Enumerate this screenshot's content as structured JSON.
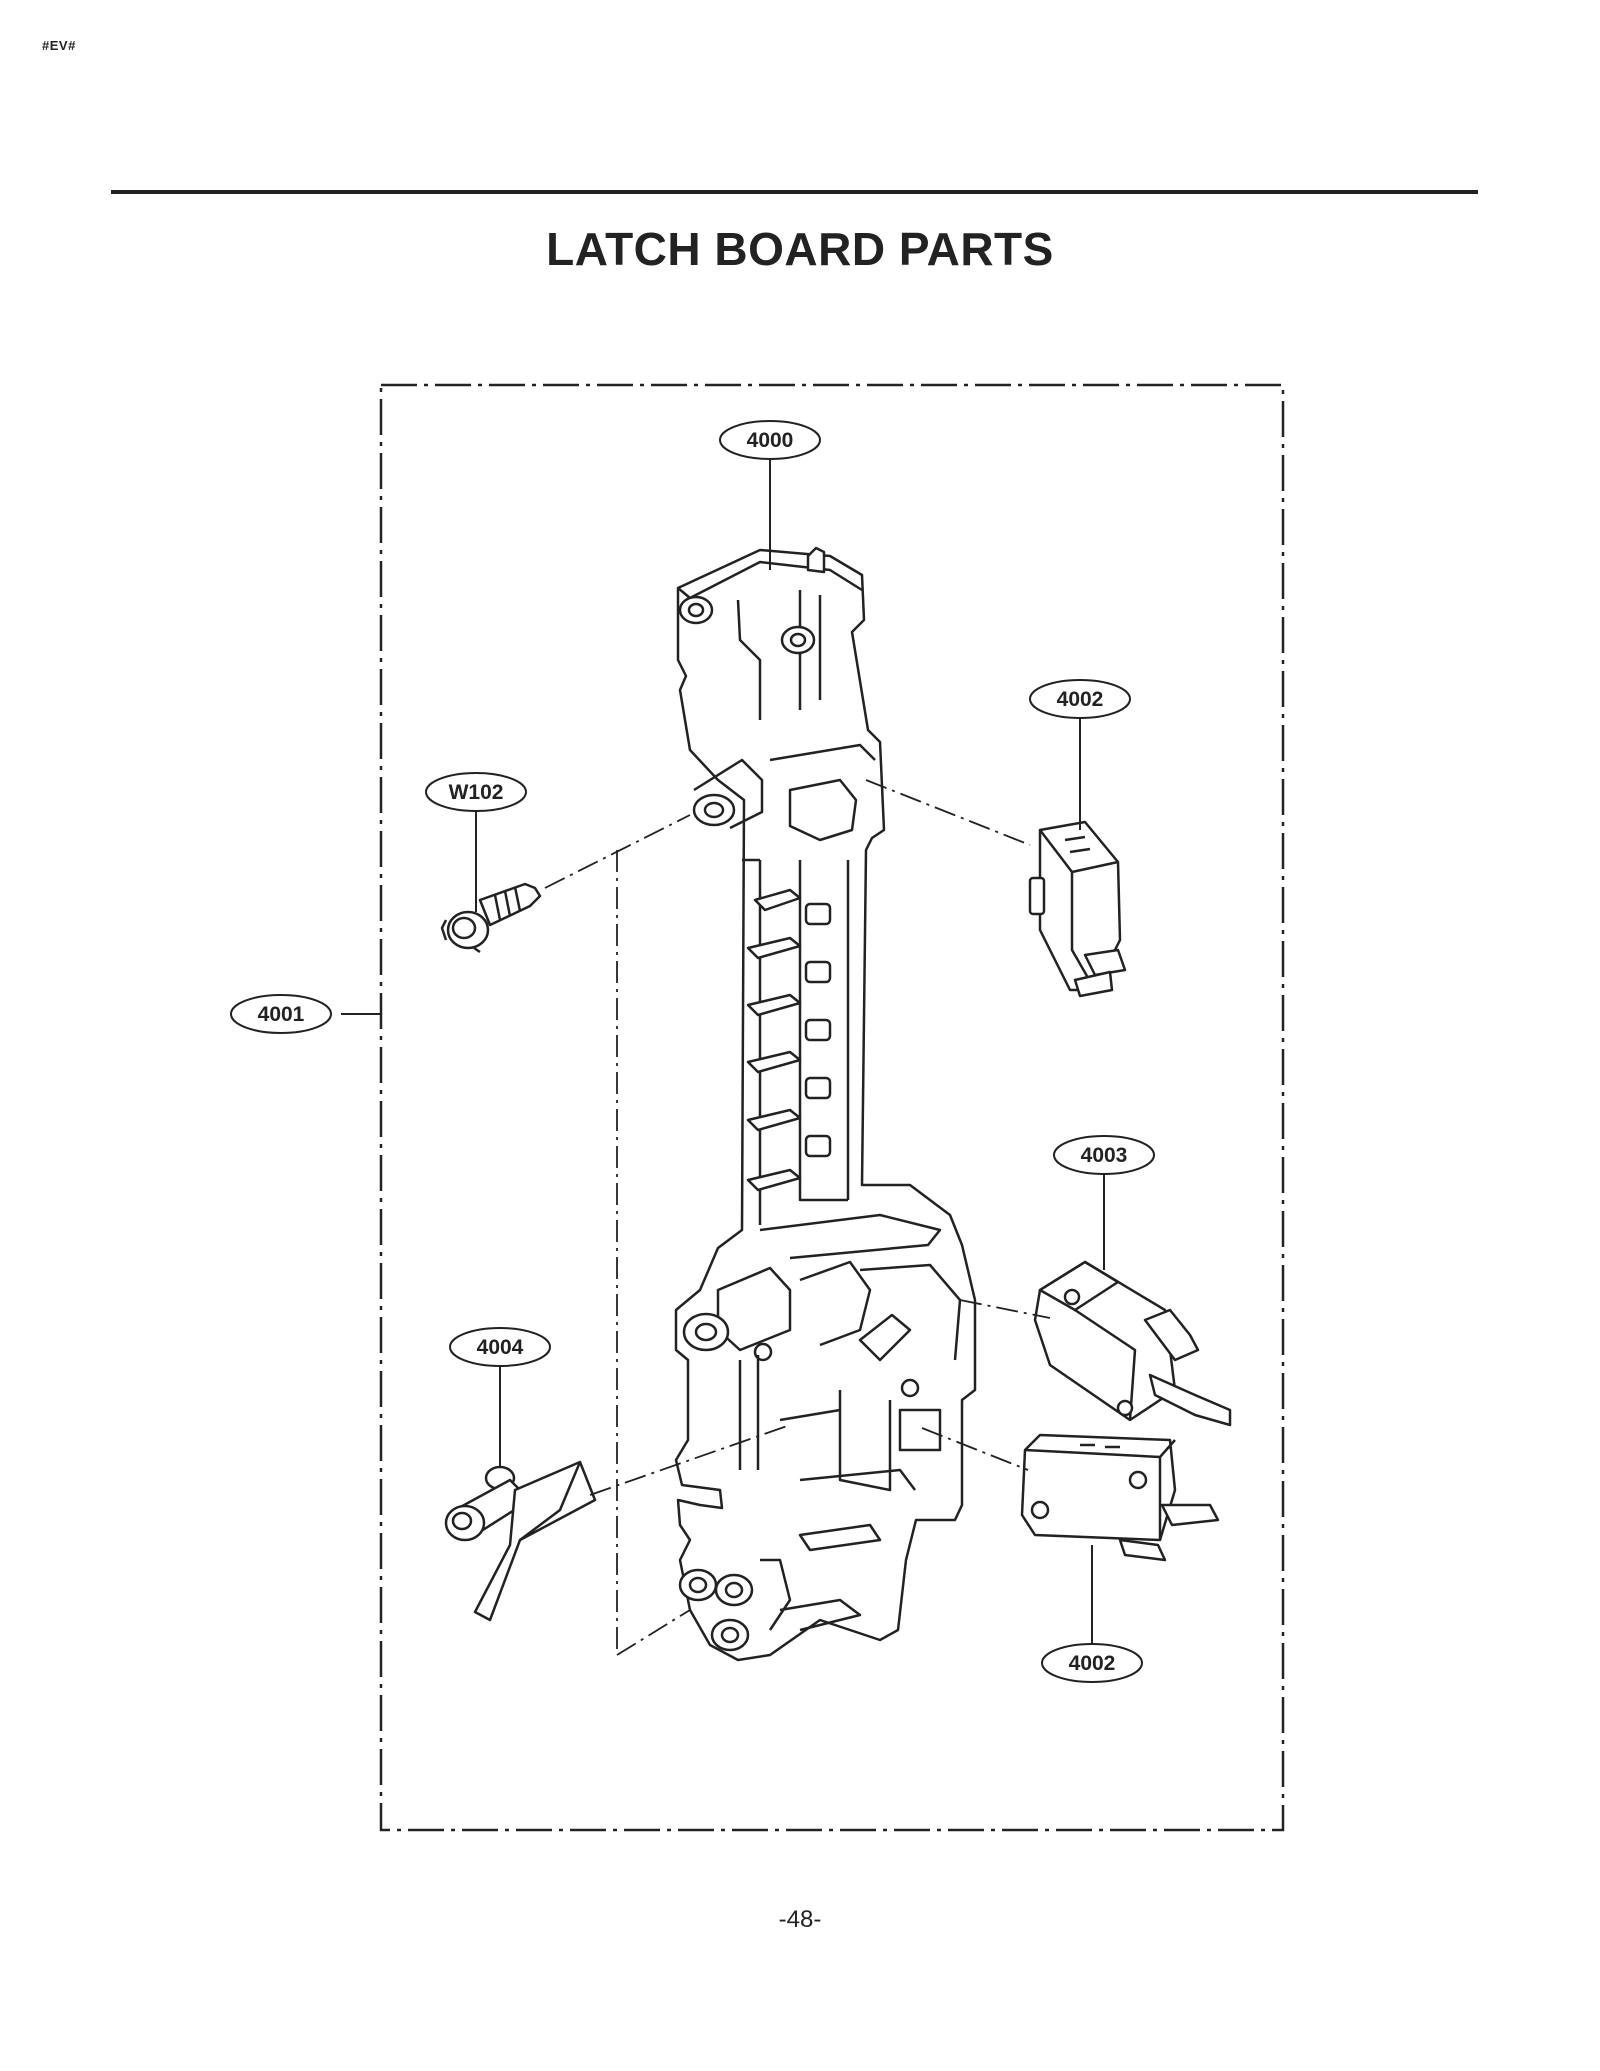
{
  "header": {
    "doc_code": "#EV#"
  },
  "title": "LATCH BOARD PARTS",
  "callouts": {
    "frame": "4000",
    "board": "4001",
    "switch_top": "4002",
    "switch_mid": "4003",
    "lever": "4004",
    "switch_bottom": "4002",
    "screw": "W102"
  },
  "footer": {
    "page_number": "-48-"
  }
}
